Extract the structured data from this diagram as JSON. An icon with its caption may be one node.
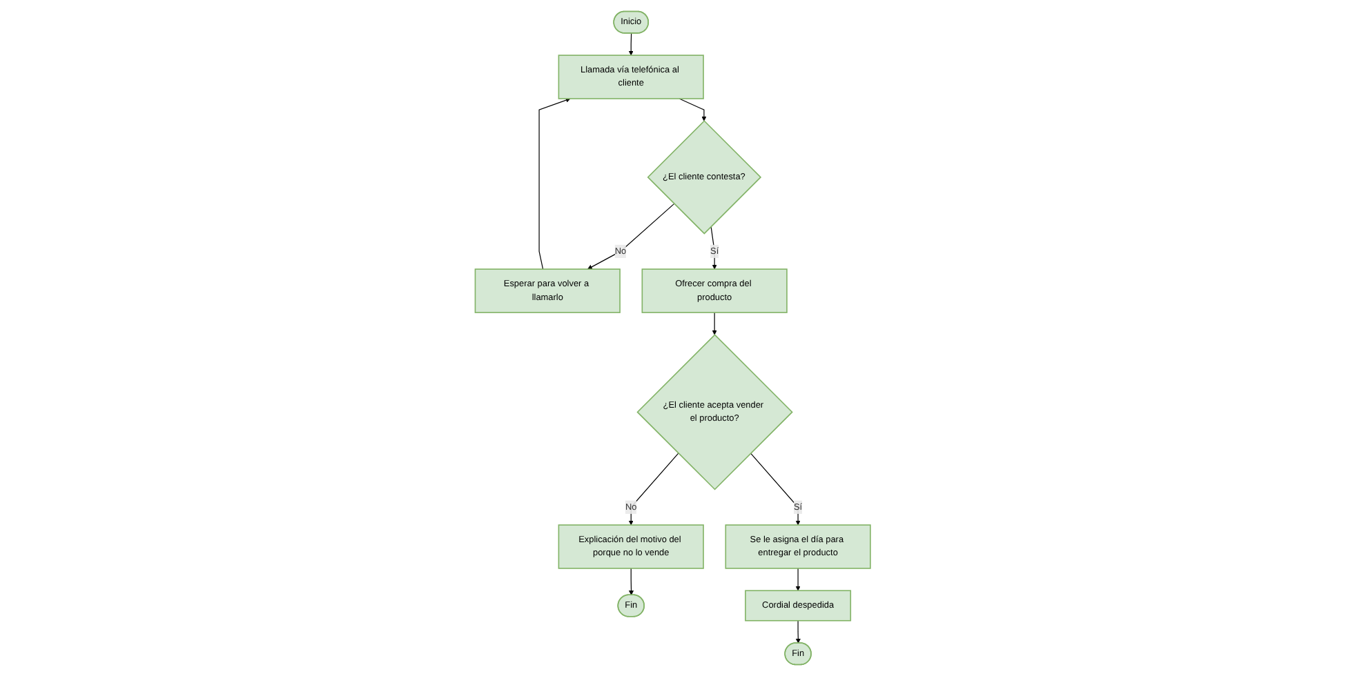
{
  "diagram": {
    "nodes": [
      {
        "text": [
          "Inicio"
        ]
      },
      {
        "text": [
          "Llamada vía telefónica al cliente"
        ]
      },
      {
        "text": [
          "¿El cliente contesta?"
        ]
      },
      {
        "text": [
          "Esperar para volver a llamarlo"
        ]
      },
      {
        "text": [
          "Ofrecer compra del producto"
        ]
      },
      {
        "text": [
          "¿El cliente acepta vender el producto?"
        ]
      },
      {
        "text": [
          "Explicación del motivo del porque no lo vende"
        ]
      },
      {
        "text": [
          "Fin"
        ]
      },
      {
        "text": [
          "Se le asigna el día para entregar el producto"
        ]
      },
      {
        "text": [
          "Cordial despedida"
        ]
      },
      {
        "text": [
          "Fin"
        ]
      }
    ],
    "edges": [
      {
        "from": 0,
        "to": 1,
        "arrow": "to"
      },
      {
        "from": 1,
        "to": 2,
        "arrow": "to"
      },
      {
        "from": 2,
        "to": 3,
        "arrow": "to",
        "label": "No"
      },
      {
        "from": 3,
        "to": 1,
        "arrow": "to"
      },
      {
        "from": 2,
        "to": 4,
        "arrow": "to",
        "label": "Sí"
      },
      {
        "from": 4,
        "to": 5,
        "arrow": "to"
      },
      {
        "from": 5,
        "to": 6,
        "arrow": "to",
        "label": "No"
      },
      {
        "from": 6,
        "to": 7,
        "arrow": "to"
      },
      {
        "from": 5,
        "to": 8,
        "arrow": "to",
        "label": "Sí"
      },
      {
        "from": 8,
        "to": 9,
        "arrow": "to"
      },
      {
        "from": 9,
        "to": 10,
        "arrow": "to"
      }
    ]
  }
}
